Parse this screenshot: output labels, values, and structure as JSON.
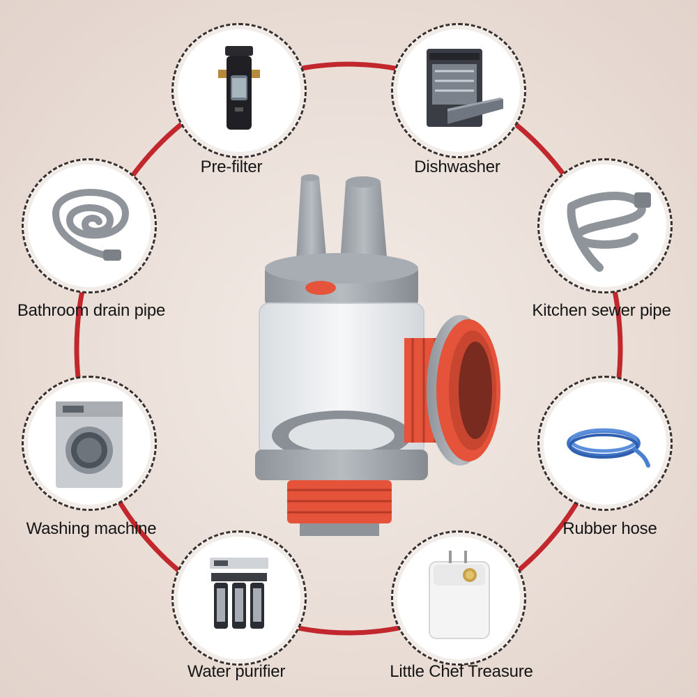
{
  "colors": {
    "ring": "#c1272d",
    "dash": "#3a2f2d",
    "accent": "#e4533a"
  },
  "center_product": {
    "icon": "filter-drain-connector-icon"
  },
  "items": [
    {
      "label": "Pre-filter",
      "icon": "pre-filter-icon"
    },
    {
      "label": "Dishwasher",
      "icon": "dishwasher-icon"
    },
    {
      "label": "Bathroom drain pipe",
      "icon": "drain-pipe-icon"
    },
    {
      "label": "Kitchen sewer pipe",
      "icon": "sewer-pipe-icon"
    },
    {
      "label": "Washing machine",
      "icon": "washing-machine-icon"
    },
    {
      "label": "Rubber hose",
      "icon": "rubber-hose-icon"
    },
    {
      "label": "Water purifier",
      "icon": "water-purifier-icon"
    },
    {
      "label": "Little Chef Treasure",
      "icon": "water-heater-icon"
    }
  ]
}
